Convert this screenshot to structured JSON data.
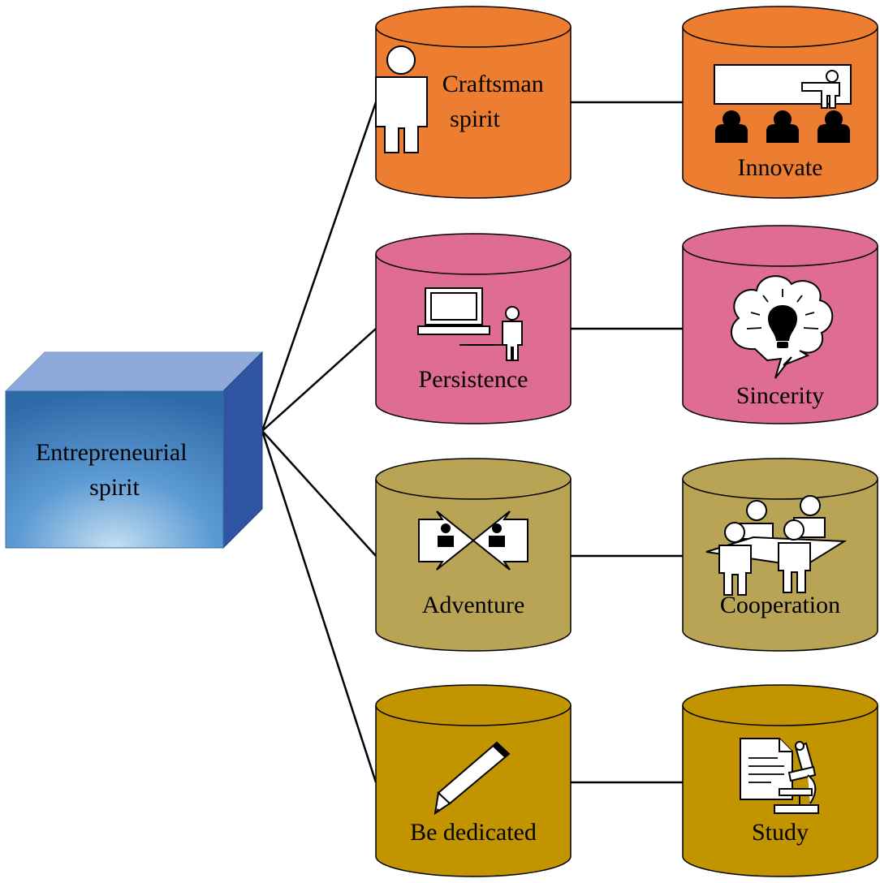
{
  "root": {
    "label_lines": [
      "Entrepreneurial",
      "spirit"
    ],
    "colors": {
      "front_top": "#2e6aa8",
      "front_mid": "#5d9bd4",
      "front_glow": "#c6dff2",
      "top_face": "#8eaadb",
      "side_face": "#2f54a1"
    }
  },
  "column1": [
    {
      "label_lines": [
        "Craftsman",
        "spirit"
      ],
      "icon": "person-icon",
      "color": "#ed7d31"
    },
    {
      "label_lines": [
        "Persistence"
      ],
      "icon": "laptop-presenter-icon",
      "color": "#de6d91"
    },
    {
      "label_lines": [
        "Adventure"
      ],
      "icon": "crossroads-icon",
      "color": "#b9a355"
    },
    {
      "label_lines": [
        "Be dedicated"
      ],
      "icon": "pencil-icon",
      "color": "#c29500"
    }
  ],
  "column2": [
    {
      "label_lines": [
        "Innovate"
      ],
      "icon": "classroom-icon",
      "color": "#ed7d31"
    },
    {
      "label_lines": [
        "Sincerity"
      ],
      "icon": "idea-brain-icon",
      "color": "#de6d91"
    },
    {
      "label_lines": [
        "Cooperation"
      ],
      "icon": "meeting-icon",
      "color": "#b9a355"
    },
    {
      "label_lines": [
        "Study"
      ],
      "icon": "microscope-document-icon",
      "color": "#c29500"
    }
  ],
  "line_color": "#000000"
}
